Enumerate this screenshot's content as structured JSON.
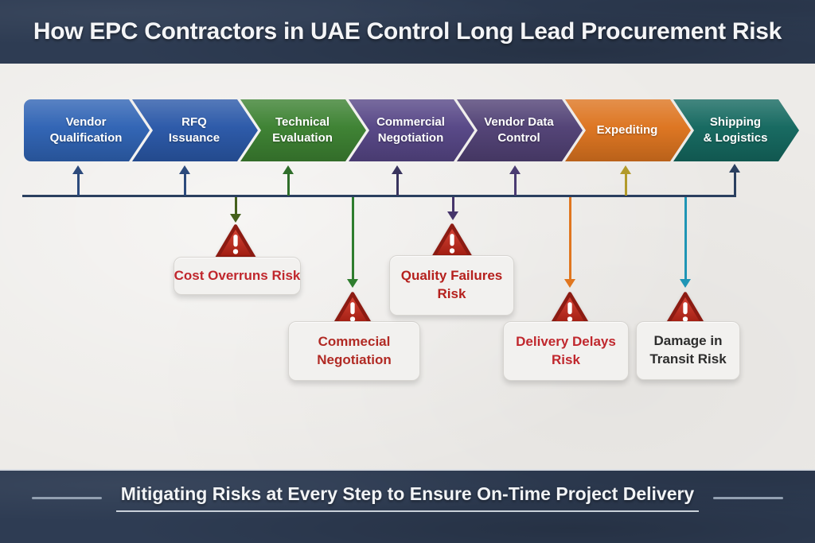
{
  "header": {
    "title": "How EPC Contractors in UAE Control Long Lead Procurement Risk"
  },
  "steps": [
    {
      "line1": "Vendor",
      "line2": "Qualification",
      "color": "#2f63b4",
      "arrow_color": "#2c4a7c"
    },
    {
      "line1": "RFQ",
      "line2": "Issuance",
      "color": "#2a58a8",
      "arrow_color": "#2c4a7c"
    },
    {
      "line1": "Technical",
      "line2": "Evaluation",
      "color": "#3c8131",
      "arrow_color": "#2f6e2a"
    },
    {
      "line1": "Commercial",
      "line2": "Negotiation",
      "color": "#564686",
      "arrow_color": "#39345e"
    },
    {
      "line1": "Vendor Data",
      "line2": "Control",
      "color": "#514175",
      "arrow_color": "#4a3b72"
    },
    {
      "line1": "Expediting",
      "line2": "",
      "color": "#dd741f",
      "arrow_color": "#b29a2a"
    },
    {
      "line1": "Shipping",
      "line2": "& Logistics",
      "color": "#14685f",
      "arrow_color": "#2a3f5f"
    }
  ],
  "risks": [
    {
      "line1": "Cost Overruns Risk",
      "line2": "",
      "text_color": "#c0272d",
      "arrow_color": "#45601c"
    },
    {
      "line1": "Commecial",
      "line2": "Negotiation",
      "text_color": "#b12a24",
      "arrow_color": "#2e7d2e"
    },
    {
      "line1": "Quality Failures",
      "line2": "Risk",
      "text_color": "#b5201d",
      "arrow_color": "#46356b"
    },
    {
      "line1": "Delivery Delays",
      "line2": "Risk",
      "text_color": "#c0272d",
      "arrow_color": "#e0761f"
    },
    {
      "line1": "Damage in",
      "line2": "Transit Risk",
      "text_color": "#2d2d2d",
      "arrow_color": "#1f95b5"
    }
  ],
  "footer": {
    "text": "Mitigating Risks at Every Step to Ensure On-Time Project Delivery"
  },
  "colors": {
    "page_bg": "#edebe8",
    "banner_bg": "#2e3c53",
    "timeline": "#2a3f5f",
    "risk_icon_red": "#c13128",
    "risk_icon_border": "#8c1b12",
    "risk_card_bg": "#f2f1ef"
  },
  "icons": {
    "risk_icon": "warning-triangle-icon"
  }
}
